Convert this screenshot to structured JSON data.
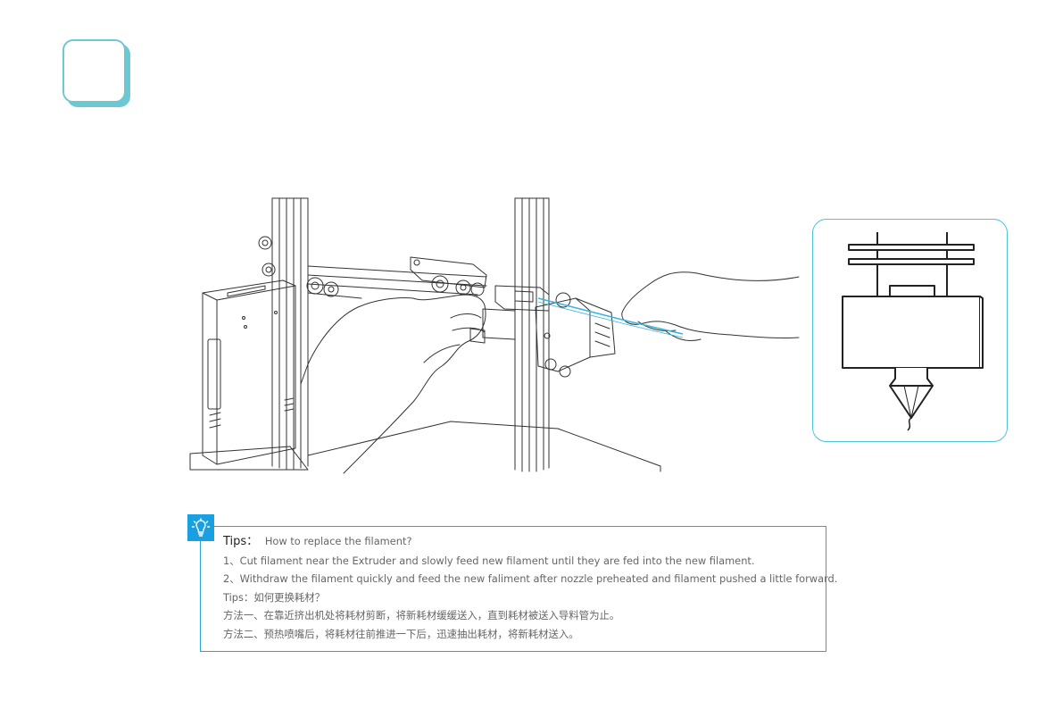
{
  "tips": {
    "title": "Tips：",
    "question": "How to replace the filament?",
    "lines": [
      "1、Cut filament near the Extruder and slowly feed new filament until they are fed into the new filament.",
      "2、Withdraw the filament quickly and feed the new faliment after nozzle preheated and filament pushed a little forward.",
      "Tips：如何更换耗材？",
      "方法一、在靠近挤出机处将耗材剪断，将新耗材缓缓送入，直到耗材被送入导料管为止。",
      "方法二、预热喷嘴后，将耗材往前推进一下后，迅速抽出耗材，将新耗材送入。"
    ]
  },
  "colors": {
    "accent_teal": "#6cc9d3",
    "accent_blue": "#2aa6dc",
    "inset_border": "#4cc3d6",
    "filament_line": "#3bb4e0"
  },
  "icons": {
    "tips": "lightbulb-icon"
  }
}
